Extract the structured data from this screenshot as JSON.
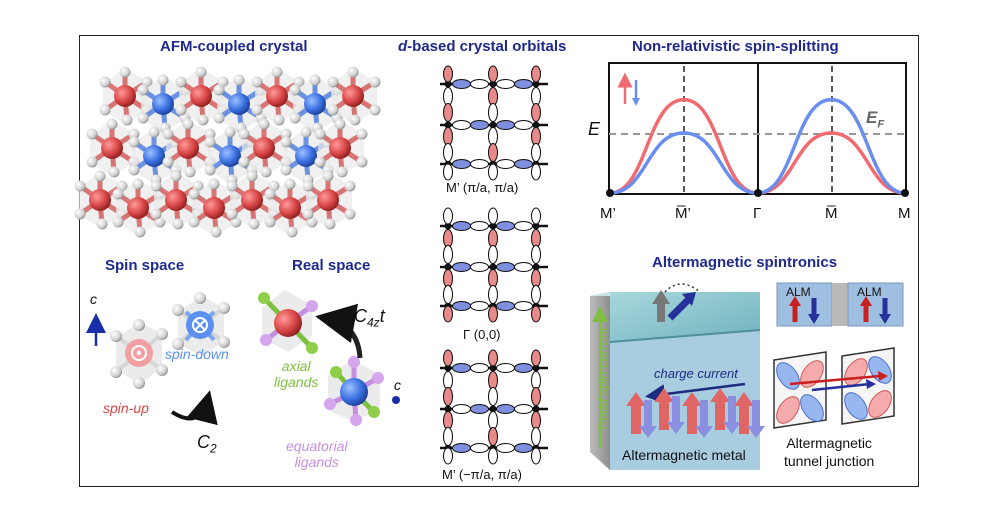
{
  "titles": {
    "crystal": "AFM-coupled crystal",
    "orbitals_prefix": "d",
    "orbitals_rest": "-based crystal orbitals",
    "splitting": "Non-relativistic spin-splitting",
    "spintronics": "Altermagnetic spintronics"
  },
  "spaces": {
    "spin": "Spin space",
    "real": "Real space"
  },
  "spin_labels": {
    "c": "c",
    "up": "spin-up",
    "down": "spin-down",
    "c2_main": "C",
    "c2_sub": "2"
  },
  "real_labels": {
    "c4_main": "C",
    "c4_sub": "4z",
    "c4_t": "t",
    "c": "c",
    "axial_1": "axial",
    "axial_2": "ligands",
    "equatorial_1": "equatorial",
    "equatorial_2": "ligands"
  },
  "orbital_panels": [
    "M’ (π/a, π/a)",
    "Γ (0,0)",
    "M’ (−π/a, π/a)"
  ],
  "chart_labels": {
    "energy": "E",
    "fermi_main": "E",
    "fermi_sub": "F"
  },
  "spintronics_labels": {
    "spin_current": "T-odd spin current",
    "charge_current": "charge current",
    "alm_left": "ALM",
    "alm_right": "ALM",
    "metal": "Altermagnetic metal",
    "junction_1": "Altermagnetic",
    "junction_2": "tunnel junction"
  },
  "colors": {
    "title": "#1f2a8a",
    "spin_up": "#e8636b",
    "spin_down": "#5b7be0",
    "axial": "#7fbf3f",
    "equatorial": "#c58ee0"
  },
  "chart_data": {
    "type": "line",
    "x_ticks": [
      "M’",
      "M̅’",
      "Γ",
      "M̅",
      "M"
    ],
    "ylabel": "E",
    "fermi_label": "E_F",
    "legend": "spin-up / spin-down arrows, top-left",
    "series": [
      {
        "name": "spin-up",
        "color": "#f06a6f",
        "points": [
          [
            0,
            0
          ],
          [
            1,
            0.7
          ],
          [
            2,
            0
          ],
          [
            3,
            0.45
          ],
          [
            4,
            0
          ]
        ]
      },
      {
        "name": "spin-down",
        "color": "#6a8df0",
        "points": [
          [
            0,
            0
          ],
          [
            1,
            0.45
          ],
          [
            2,
            0
          ],
          [
            3,
            0.7
          ],
          [
            4,
            0
          ]
        ]
      }
    ],
    "fermi_level": 0.52,
    "ylim": [
      0,
      1
    ]
  }
}
